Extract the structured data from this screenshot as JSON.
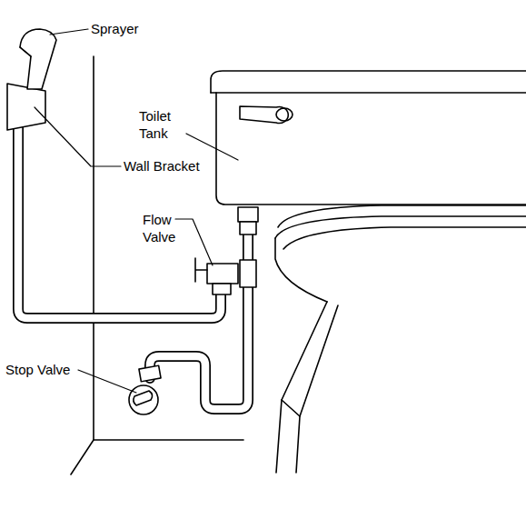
{
  "diagram": {
    "labels": [
      "Sprayer",
      "Toilet Tank",
      "Wall Bracket",
      "Flow Valve",
      "Stop Valve"
    ]
  }
}
